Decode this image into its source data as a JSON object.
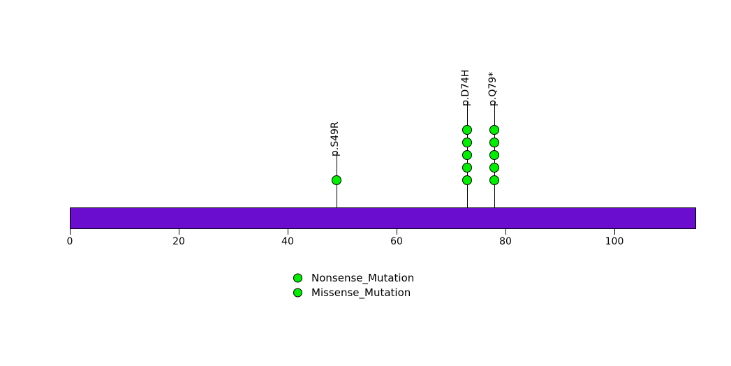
{
  "chart_data": {
    "type": "scatter",
    "title": "",
    "xlabel": "",
    "ylabel": "",
    "xlim": [
      0,
      115
    ],
    "grid": false,
    "legend_position": "bottom-center",
    "axis_ticks": [
      {
        "value": 0,
        "label": "0"
      },
      {
        "value": 20,
        "label": "20"
      },
      {
        "value": 40,
        "label": "40"
      },
      {
        "value": 60,
        "label": "60"
      },
      {
        "value": 80,
        "label": "80"
      },
      {
        "value": 100,
        "label": "100"
      }
    ],
    "protein_bar": {
      "start": 0,
      "end": 115,
      "color": "#6A0DCE",
      "border_color": "#000000"
    },
    "lollipops": [
      {
        "label": "p.S49R",
        "position": 49,
        "count": 1,
        "color": "#00EE00",
        "mutation_type": "Missense_Mutation"
      },
      {
        "label": "p.D74H",
        "position": 73,
        "count": 5,
        "color": "#00EE00",
        "mutation_type": "Missense_Mutation"
      },
      {
        "label": "p.Q79*",
        "position": 78,
        "count": 5,
        "color": "#00EE00",
        "mutation_type": "Nonsense_Mutation"
      }
    ],
    "legend": [
      {
        "label": "Nonsense_Mutation",
        "color": "#00EE00"
      },
      {
        "label": "Missense_Mutation",
        "color": "#00EE00"
      }
    ]
  },
  "colors": {
    "mutation_green": "#00EE00",
    "protein_purple": "#6A0DCE",
    "outline_black": "#000000",
    "background": "#ffffff"
  }
}
